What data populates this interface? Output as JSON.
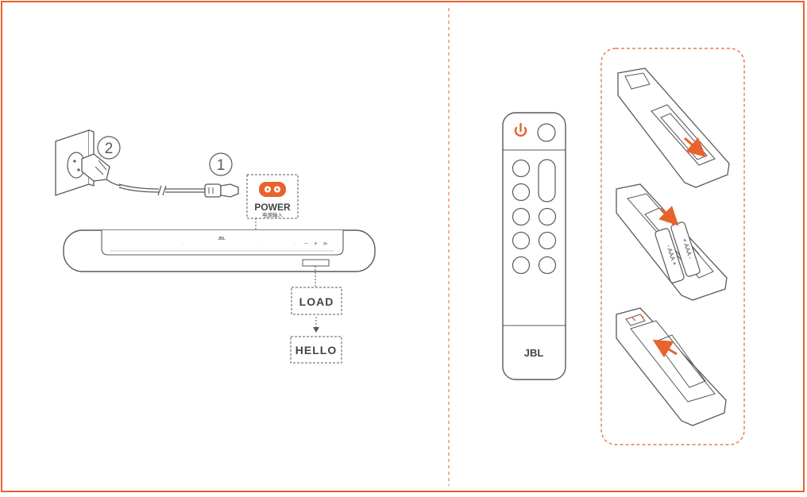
{
  "steps": {
    "step1": "1",
    "step2": "2"
  },
  "power_port": {
    "label": "POWER",
    "sublabel": "电源输入"
  },
  "soundbar": {
    "logo": "JBL",
    "buttons": [
      "−",
      "+",
      "⊳"
    ]
  },
  "display": {
    "load": "LOAD",
    "hello": "HELLO"
  },
  "remote": {
    "logo": "JBL"
  },
  "batteries": {
    "battery1": "+ AAA -",
    "battery2": "- AAA +"
  },
  "colors": {
    "accent": "#e8622c",
    "line": "#595959",
    "frame": "#e8622c"
  }
}
